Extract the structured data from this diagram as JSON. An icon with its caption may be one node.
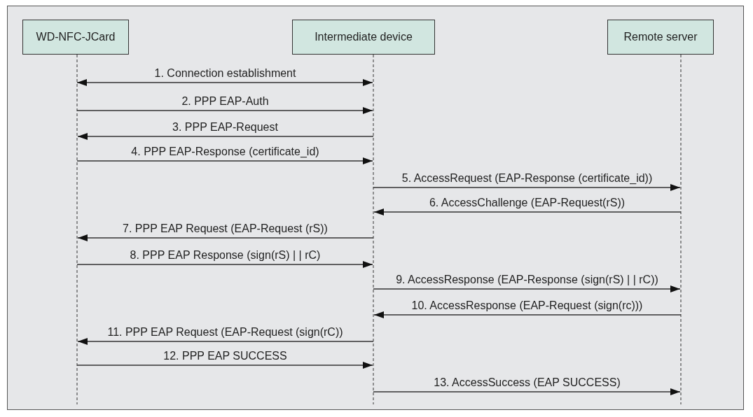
{
  "diagram": {
    "nodes": [
      {
        "text": [
          "WD-NFC-JCard"
        ]
      },
      {
        "text": [
          "Intermediate device"
        ]
      },
      {
        "text": [
          "Remote server"
        ]
      }
    ],
    "edges": [
      {
        "from": 0,
        "to": 1,
        "arrow": "both",
        "label": "1. Connection establishment"
      },
      {
        "from": 0,
        "to": 1,
        "arrow": "to",
        "label": "2. PPP EAP-Auth"
      },
      {
        "from": 1,
        "to": 0,
        "arrow": "to",
        "label": "3. PPP EAP-Request"
      },
      {
        "from": 0,
        "to": 1,
        "arrow": "to",
        "label": "4. PPP EAP-Response (certificate_id)"
      },
      {
        "from": 1,
        "to": 2,
        "arrow": "to",
        "label": "5. AccessRequest (EAP-Response (certificate_id))"
      },
      {
        "from": 2,
        "to": 1,
        "arrow": "to",
        "label": "6. AccessChallenge (EAP-Request(rS))"
      },
      {
        "from": 1,
        "to": 0,
        "arrow": "to",
        "label": "7. PPP EAP Request (EAP-Request (rS))"
      },
      {
        "from": 0,
        "to": 1,
        "arrow": "to",
        "label": "8. PPP EAP Response (sign(rS) | | rC)"
      },
      {
        "from": 1,
        "to": 2,
        "arrow": "to",
        "label": "9. AccessResponse (EAP-Response (sign(rS) | | rC))"
      },
      {
        "from": 2,
        "to": 1,
        "arrow": "to",
        "label": "10. AccessResponse (EAP-Request (sign(rc)))"
      },
      {
        "from": 1,
        "to": 0,
        "arrow": "to",
        "label": "11. PPP EAP Request (EAP-Request (sign(rC))"
      },
      {
        "from": 0,
        "to": 1,
        "arrow": "to",
        "label": "12. PPP EAP SUCCESS"
      },
      {
        "from": 1,
        "to": 2,
        "arrow": "to",
        "label": "13. AccessSuccess (EAP SUCCESS)"
      }
    ]
  }
}
